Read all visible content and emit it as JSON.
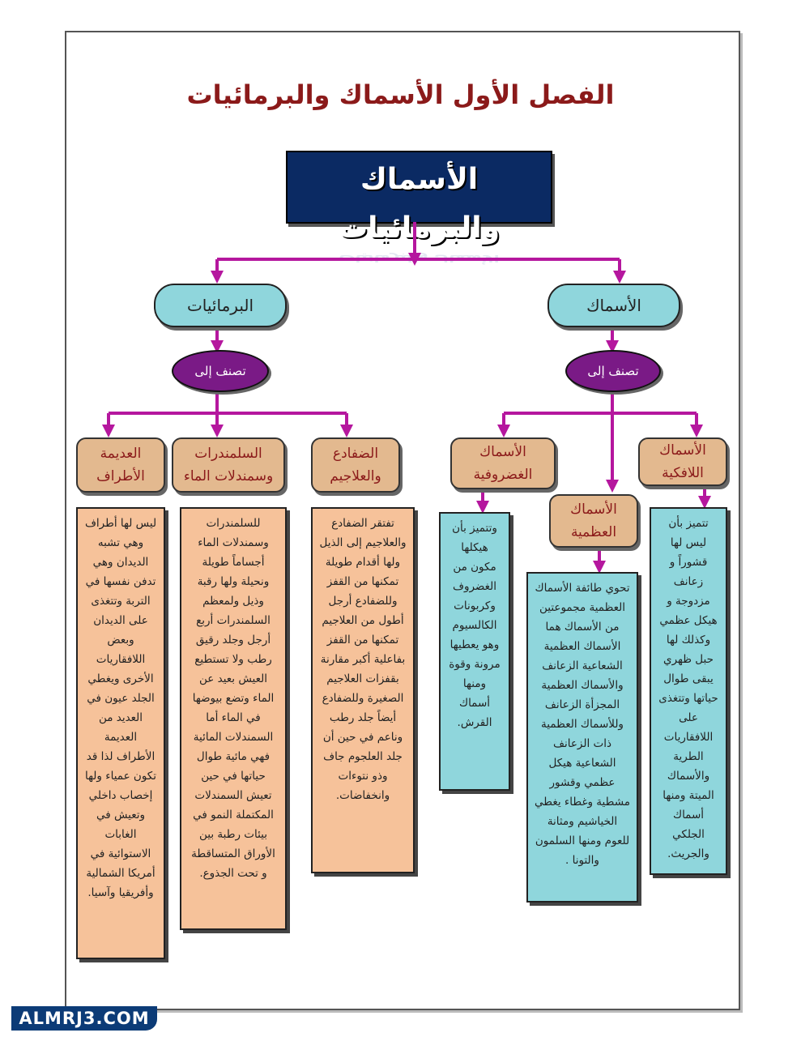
{
  "page_title": "الفصل الأول الأسماك والبرمائيات",
  "banner": {
    "text": "الأسماك والبرمائيات",
    "reflection": "الأسماك والبرمائيات"
  },
  "fish": {
    "label": "الأسماك",
    "classify": "تصنف إلى",
    "groups": [
      {
        "label": "الأسماك اللافكية",
        "description": "تتميز بأن ليس لها قشوراً و زعانف مزدوجة و هيكل عظمي وكذلك لها حبل ظهري يبقى طوال حياتها وتتغذى على اللافقاريات الطرية والأسماك الميتة ومنها أسماك الجلكي والجريث."
      },
      {
        "label": "الأسماك العظمية",
        "description": "تحوي طائفة الأسماك العظمية مجموعتين من الأسماك هما الأسماك العظمية الشعاعية الزعانف والأسماك العظمية المجزأة الزعانف وللأسماك العظمية ذات الزعانف الشعاعية هيكل عظمي وقشور مشطية وغطاء يغطي الخياشيم ومثانة للعوم ومنها السلمون والتونا ."
      },
      {
        "label": "الأسماك الغضروفية",
        "description": "وتتميز بأن هيكلها مكون من الغضروف وكربونات الكالسيوم وهو يعطيها مرونة وقوة ومنها أسماك القرش."
      }
    ]
  },
  "amphibians": {
    "label": "البرمائيات",
    "classify": "تصنف إلى",
    "groups": [
      {
        "label": "الضفادع والعلاجيم",
        "description": "تفتقر الضفادع والعلاجيم إلى الذيل ولها أقدام طويلة تمكنها من القفز وللضفادع أرجل أطول من العلاجيم تمكنها من القفز بفاعلية أكبر مقارنة بقفزات العلاجيم الصغيرة وللضفادع أيضاً جلد رطب وناعم في حين أن جلد العلجوم جاف وذو نتوءات وانخفاضات."
      },
      {
        "label": "السلمندرات وسمندلات الماء",
        "description": "للسلمندرات وسمندلات الماء أجساماً طويلة ونحيلة ولها رقبة وذيل ولمعظم السلمندرات أربع أرجل وجلد رقيق رطب ولا تستطيع العيش بعيد عن الماء وتضع بيوضها في الماء أما السمندلات المائية فهي مائية طوال حياتها في حين تعيش السمندلات المكتملة النمو في بيئات رطبة بين الأوراق المتساقطة و تحت الجذوع."
      },
      {
        "label": "العديمة الأطراف",
        "description": "ليس لها أطراف وهي تشبه الديدان وهي تدفن نفسها في التربة وتتغذى على الديدان وبعض اللافقاريات الأخرى ويغطي الجلد عيون في العديد من العديمة الأطراف لذا قد تكون عمياء ولها إخصاب داخلي وتعيش في الغابات الاستوائية في أمريكا الشمالية وأفريقيا وآسيا."
      }
    ]
  },
  "brand": "ALMRJ3.COM",
  "colors": {
    "title": "#8b1a1a",
    "connector": "#b5179e",
    "banner": "#0b2a63",
    "pill": "#8fd6dc",
    "oval": "#7a1a86",
    "category": "#e3b98f",
    "peach_box": "#f6c29a",
    "cyan_box": "#8fd6dc"
  }
}
